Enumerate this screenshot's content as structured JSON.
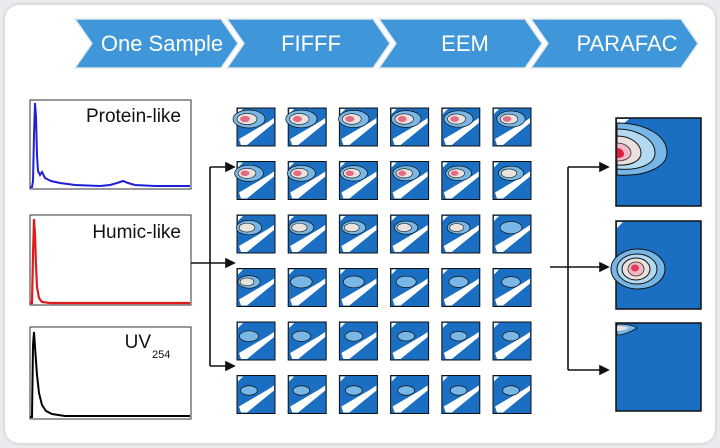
{
  "workflow": {
    "steps": [
      {
        "label": "One Sample"
      },
      {
        "label": "FIFFF"
      },
      {
        "label": "EEM"
      },
      {
        "label": "PARAFAC"
      }
    ],
    "arrow_color": "#3f96d9",
    "border_color": "#dfe7ef"
  },
  "traces": [
    {
      "label": "Protein-like",
      "sub": "",
      "color": "#1f1fd6"
    },
    {
      "label": "Humic-like",
      "sub": "",
      "color": "#e11b1b"
    },
    {
      "label": "UV",
      "sub": "254",
      "color": "#000000"
    }
  ],
  "eem_grid": {
    "rows": 6,
    "cols": 6,
    "fill_color": "#1a6fc2"
  },
  "parafac_components": {
    "count": 3,
    "fill_color": "#1a6fc2"
  }
}
